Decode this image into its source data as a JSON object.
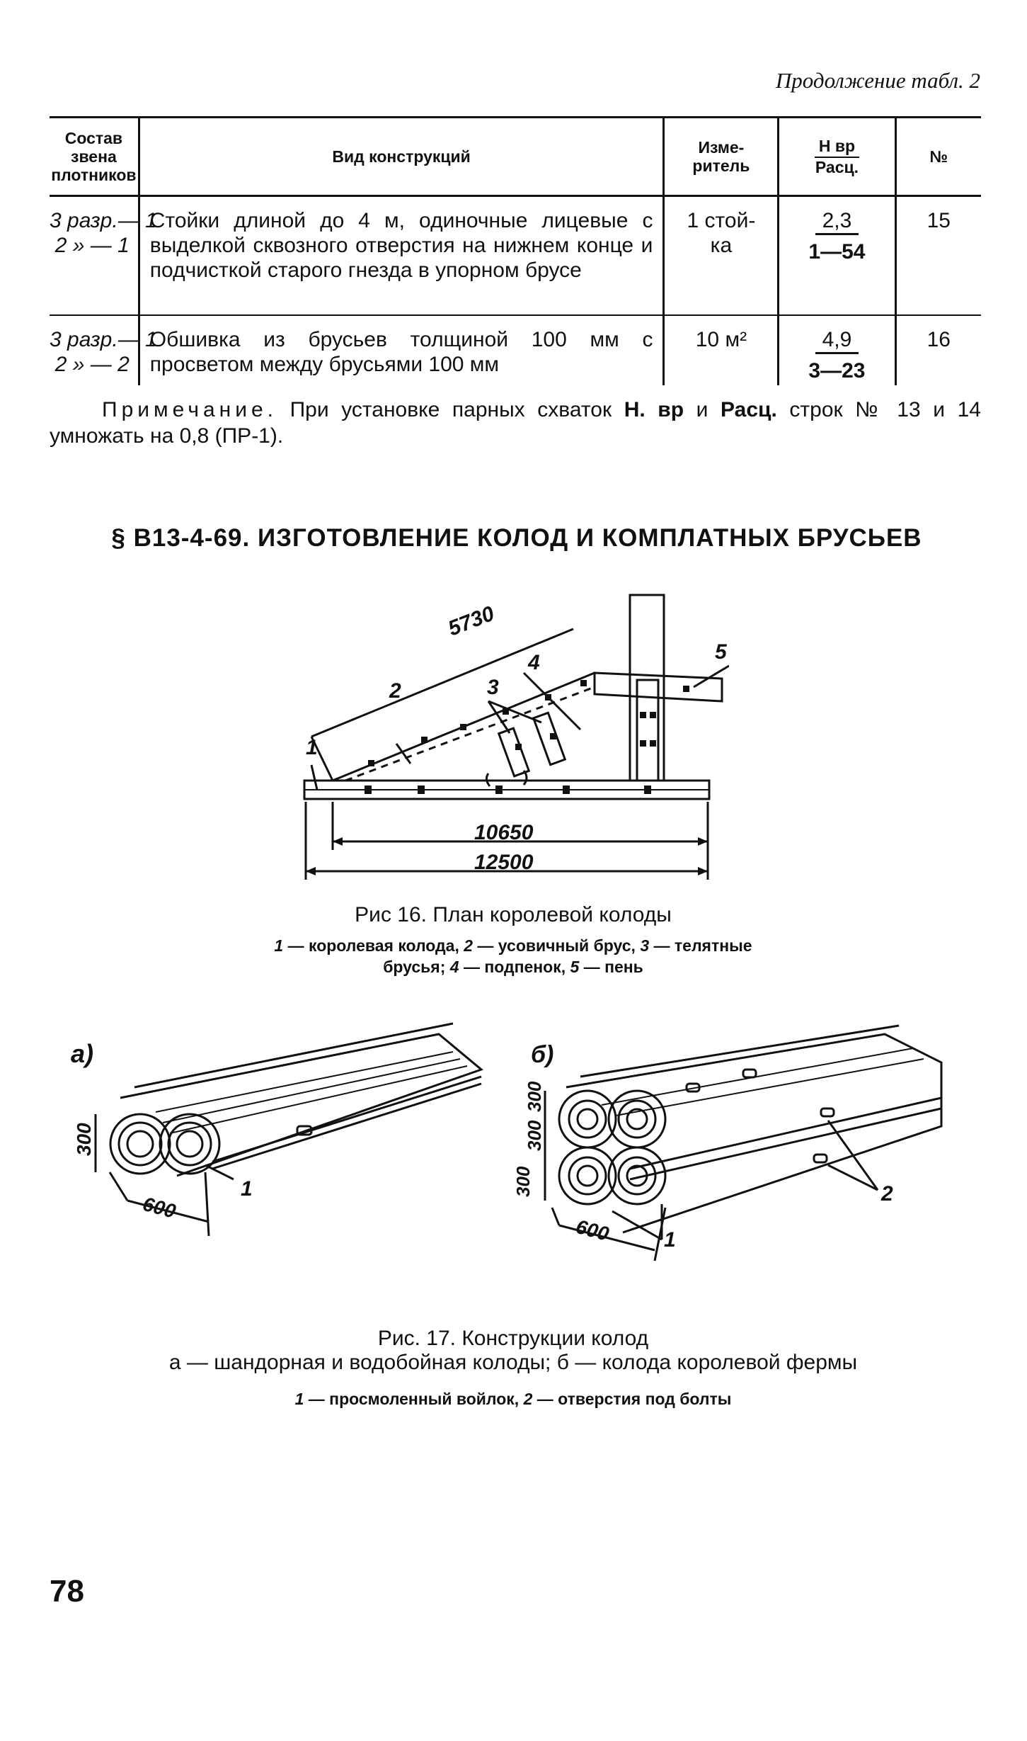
{
  "continuation_label": "Продолжение табл. 2",
  "table": {
    "headers": {
      "crew": [
        "Состав",
        "звена",
        "плотников"
      ],
      "kind": "Вид конструкций",
      "unit": [
        "Изме-",
        "ритель"
      ],
      "norm_top": "Н вр",
      "norm_bottom": "Расц.",
      "num": "№"
    },
    "rows": [
      {
        "crew": [
          "3 разр.— 1",
          "2 » — 1"
        ],
        "desc": "Стойки длиной до 4 м, одиночные лицевые с выделкой сквозного отверстия на нижнем конце и подчисткой старого гнезда в упорном брусе",
        "unit": [
          "1 стой-",
          "ка"
        ],
        "norm": "2,3",
        "rate": "1—54",
        "num": "15"
      },
      {
        "crew": [
          "3 разр.— 1",
          "2 » — 2"
        ],
        "desc": "Обшивка из брусьев толщиной 100 мм с просветом между брусьями 100 мм",
        "unit": [
          "10 м²"
        ],
        "norm": "4,9",
        "rate": "3—23",
        "num": "16"
      }
    ]
  },
  "note": {
    "lead": "Примечание.",
    "text1": " При установке парных схваток ",
    "b1": "Н. вр",
    "and": " и ",
    "b2": "Расц.",
    "text2": " строк № 13 и 14 умножать на 0,8 (ПР-1)."
  },
  "section_title": "§ В13-4-69. ИЗГОТОВЛЕНИЕ КОЛОД И КОМПЛАТНЫХ БРУСЬЕВ",
  "figure16": {
    "dims": {
      "d1": "5730",
      "d2": "10650",
      "d3": "12500"
    },
    "callouts": [
      "1",
      "2",
      "3",
      "4",
      "5"
    ],
    "caption": "Рис 16. План королевой колоды",
    "legend_line1": [
      {
        "n": "1",
        "t": " — королевая колода, "
      },
      {
        "n": "2",
        "t": " — усовичный брус, "
      },
      {
        "n": "3",
        "t": " — телятные"
      }
    ],
    "legend_line2": [
      {
        "n": "",
        "t": "брусья; "
      },
      {
        "n": "4",
        "t": " — подпенок, "
      },
      {
        "n": "5",
        "t": " — пень"
      }
    ]
  },
  "figure17": {
    "label_a": "а)",
    "label_b": "б)",
    "dims": {
      "a_height": "300",
      "a_width": "600",
      "b_h1": "300",
      "b_h2": "300",
      "b_h3": "300",
      "b_width": "600"
    },
    "callouts": [
      "1",
      "1",
      "2"
    ],
    "caption_line1": "Рис. 17. Конструкции колод",
    "caption_line2": "а — шандорная и водобойная колоды; б — колода королевой фермы",
    "legend": [
      {
        "n": "1",
        "t": " — просмоленный войлок, "
      },
      {
        "n": "2",
        "t": " — отверстия под болты"
      }
    ]
  },
  "page_number": "78"
}
